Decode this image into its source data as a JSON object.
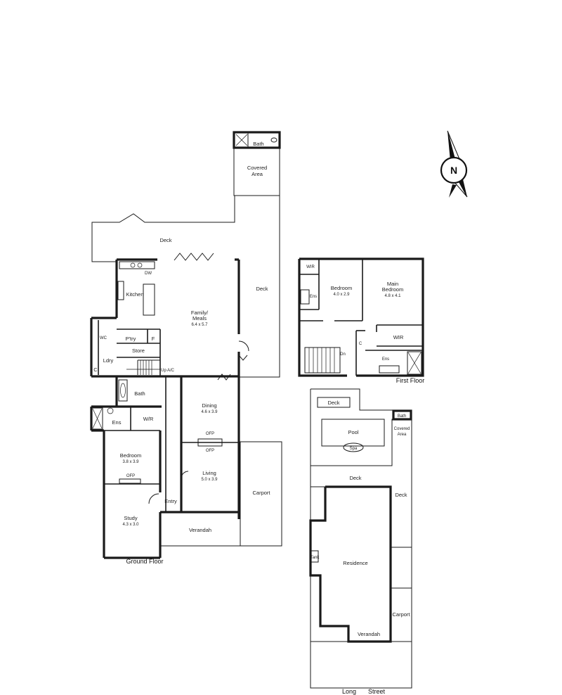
{
  "compass": {
    "label": "N"
  },
  "ground_floor": {
    "title": "Ground Floor",
    "rooms": {
      "bath_outdoor": "Bath",
      "covered_area": [
        "Covered",
        "Area"
      ],
      "deck_top": "Deck",
      "deck_right": "Deck",
      "kitchen": "Kitchen",
      "dw": "DW",
      "family_meals": [
        "Family/",
        "Meals"
      ],
      "family_meals_dim": "6.4 x 5.7",
      "wc": "WC",
      "ptry": "P'try",
      "fridge": "F",
      "store": "Store",
      "ldry": "Ldry",
      "c_ldry": "C",
      "up": "Up",
      "ac": "A/C",
      "bath": "Bath",
      "ens": "Ens",
      "wir": "W/R",
      "dining": "Dining",
      "dining_dim": "4.6 x 3.9",
      "opf_top": "OFP",
      "opf_bottom": "OFP",
      "bedroom": "Bedroom",
      "bedroom_dim": "3.8 x 3.9",
      "opf_bed": "OFP",
      "living": "Living",
      "living_dim": "5.0 x 3.9",
      "carport": "Carport",
      "entry": "Entry",
      "study": "Study",
      "study_dim": "4.3 x 3.0",
      "verandah": "Verandah"
    }
  },
  "first_floor": {
    "title": "First Floor",
    "rooms": {
      "wir_left": "WIR",
      "ens_left": "Ens",
      "bedroom": "Bedroom",
      "bedroom_dim": "4.0 x 2.9",
      "main_bedroom": [
        "Main",
        "Bedroom"
      ],
      "main_bedroom_dim": "4.8 x 4.1",
      "wir_right": "WIR",
      "dn": "Dn",
      "c": "C",
      "ens_right": "Ens"
    }
  },
  "site_plan": {
    "rooms": {
      "deck_top": "Deck",
      "bath": "Bath",
      "pool": "Pool",
      "spa": "Spa",
      "covered_area": [
        "Covered",
        "Area"
      ],
      "deck_mid": "Deck",
      "deck_right": "Deck",
      "residence": "Residence",
      "tank": "Tank",
      "carport": "Carport",
      "verandah": "Verandah"
    },
    "street": [
      "Long",
      "Street"
    ]
  }
}
